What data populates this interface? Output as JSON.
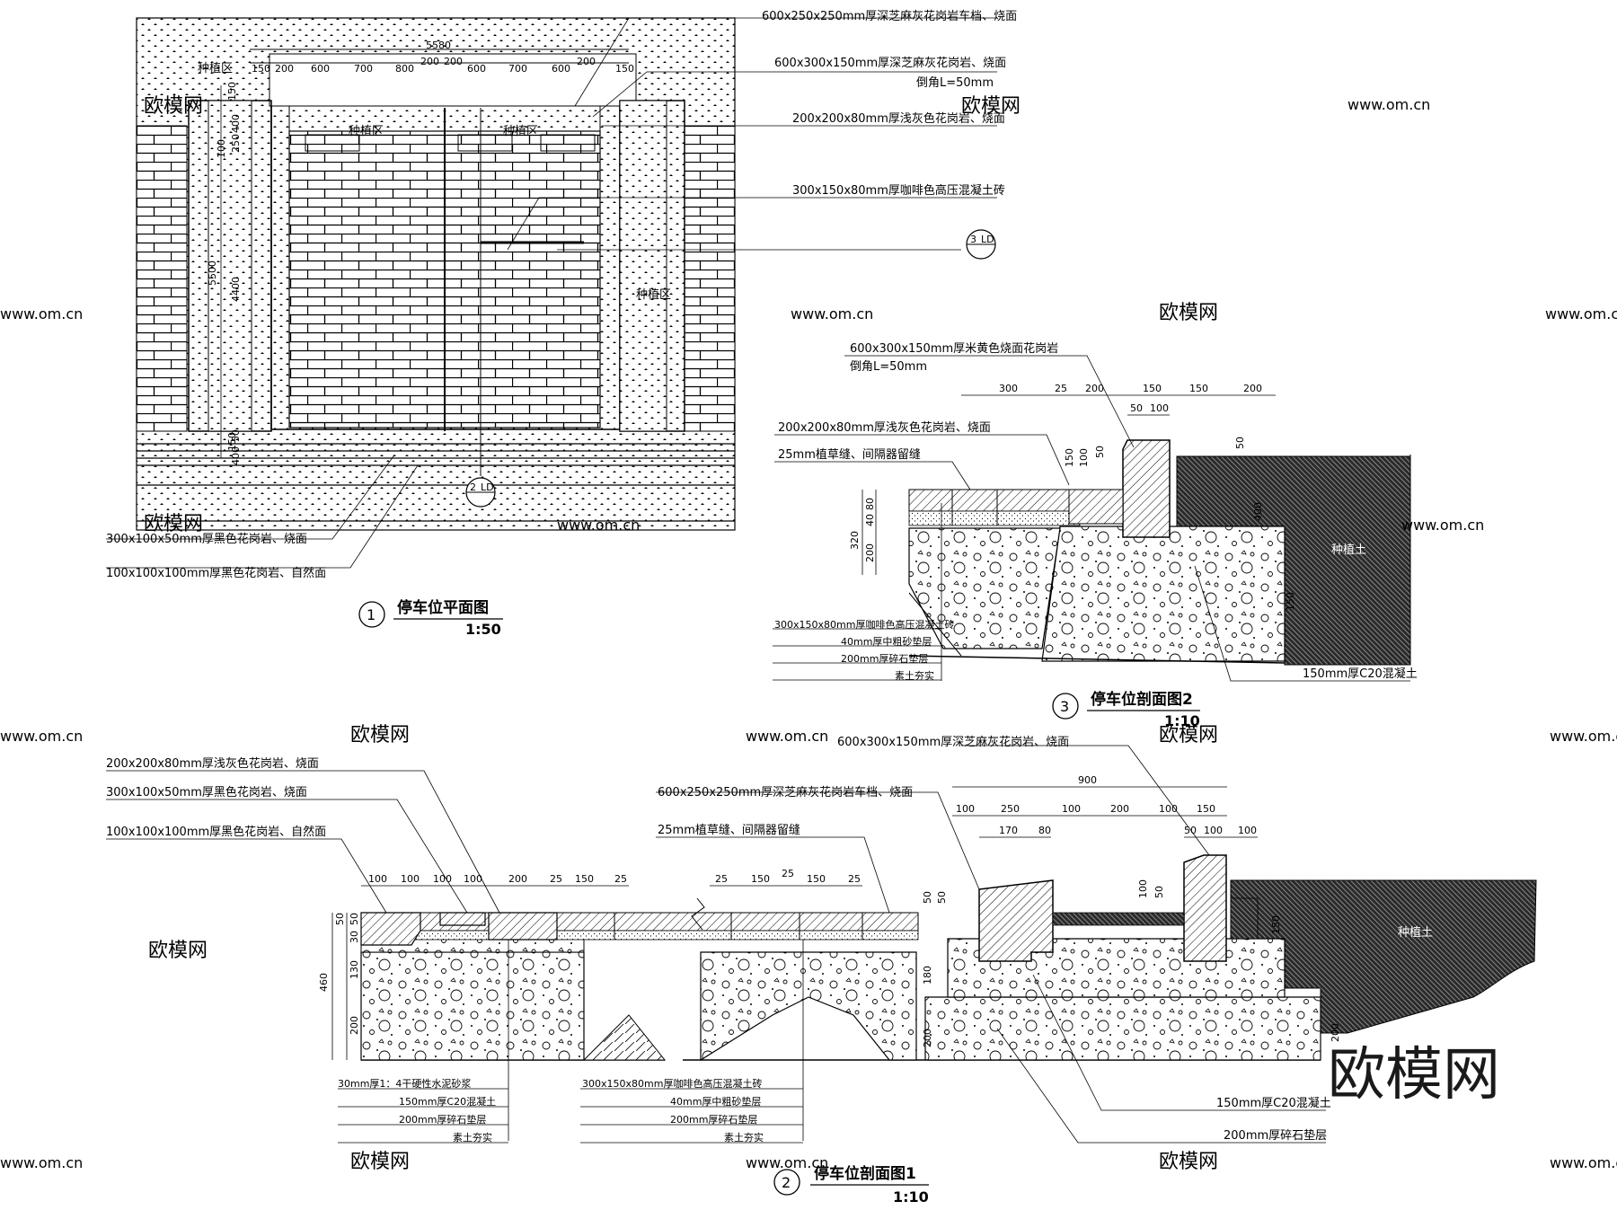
{
  "plan": {
    "zone_labels": [
      "种植区",
      "种植区",
      "种植区",
      "种植区"
    ],
    "top_dims": [
      "150",
      "200",
      "600",
      "700",
      "800",
      "200",
      "200",
      "600",
      "700",
      "600",
      "200",
      "150"
    ],
    "total_width": "5580",
    "left_dims": [
      "150",
      "400",
      "250",
      "100",
      "5500",
      "4400",
      "50",
      "150",
      "400"
    ],
    "callouts": [
      "600x250x250mm厚深芝麻灰花岗岩车档、烧面",
      "600x300x150mm厚深芝麻灰花岗岩、烧面",
      "倒角L=50mm",
      "200x200x80mm厚浅灰色花岗岩、烧面",
      "300x150x80mm厚咖啡色高压混凝土砖",
      "300x100x50mm厚黑色花岗岩、烧面",
      "100x100x100mm厚黑色花岗岩、自然面"
    ],
    "section_mark_3": {
      "num": "3",
      "sheet": "LD"
    },
    "section_mark_2": {
      "num": "2",
      "sheet": "LD"
    },
    "title_num": "1",
    "title": "停车位平面图",
    "scale": "1:50"
  },
  "section2": {
    "top_callouts": [
      "600x300x150mm厚米黄色烧面花岗岩",
      "倒角L=50mm",
      "200x200x80mm厚浅灰色花岗岩、烧面",
      "25mm植草缝、间隔器留缝"
    ],
    "top_dims": [
      "300",
      "25",
      "200",
      "150",
      "150",
      "200"
    ],
    "sub_dims": [
      "50",
      "100"
    ],
    "left_dims": [
      "320",
      "80",
      "40",
      "200"
    ],
    "vert_dims": [
      "150",
      "100",
      "50",
      "50",
      "400",
      "150"
    ],
    "soil_label": "种植土",
    "layer_labels": [
      "300x150x80mm厚咖啡色高压混凝土砖",
      "40mm厚中粗砂垫层",
      "200mm厚碎石垫层",
      "素土夯实"
    ],
    "concrete_label": "150mm厚C20混凝土",
    "title_num": "3",
    "title": "停车位剖面图2",
    "scale": "1:10"
  },
  "section1": {
    "left_callouts": [
      "200x200x80mm厚浅灰色花岗岩、烧面",
      "300x100x50mm厚黑色花岗岩、烧面",
      "100x100x100mm厚黑色花岗岩、自然面"
    ],
    "left_dims": [
      "100",
      "100",
      "100",
      "100",
      "200",
      "25",
      "150",
      "25"
    ],
    "mid_dims": [
      "25",
      "150",
      "25",
      "150",
      "25"
    ],
    "right_callouts": [
      "600x300x150mm厚深芝麻灰花岗岩、烧面",
      "600x250x250mm厚深芝麻灰花岗岩车档、烧面",
      "25mm植草缝、间隔器留缝"
    ],
    "overall_dim": "900",
    "right_dims": [
      "100",
      "250",
      "100",
      "200",
      "100",
      "150"
    ],
    "right_sub_dims": [
      "170",
      "80"
    ],
    "curb_dims": [
      "50",
      "100",
      "100"
    ],
    "left_vert_dims": [
      "460",
      "50",
      "50",
      "30",
      "130",
      "200"
    ],
    "right_vert_dims": [
      "100",
      "50",
      "50",
      "50",
      "180",
      "200",
      "150",
      "200"
    ],
    "soil_label": "种植土",
    "left_layer_labels": [
      "30mm厚1：4干硬性水泥砂浆",
      "150mm厚C20混凝土",
      "200mm厚碎石垫层",
      "素土夯实"
    ],
    "mid_layer_labels": [
      "300x150x80mm厚咖啡色高压混凝土砖",
      "40mm厚中粗砂垫层",
      "200mm厚碎石垫层",
      "素土夯实"
    ],
    "right_layer_labels": [
      "150mm厚C20混凝土",
      "200mm厚碎石垫层"
    ],
    "title_num": "2",
    "title": "停车位剖面图1",
    "scale": "1:10"
  },
  "watermarks": {
    "brand": "欧模网",
    "site": "www.om.cn",
    "big": "欧模网"
  }
}
